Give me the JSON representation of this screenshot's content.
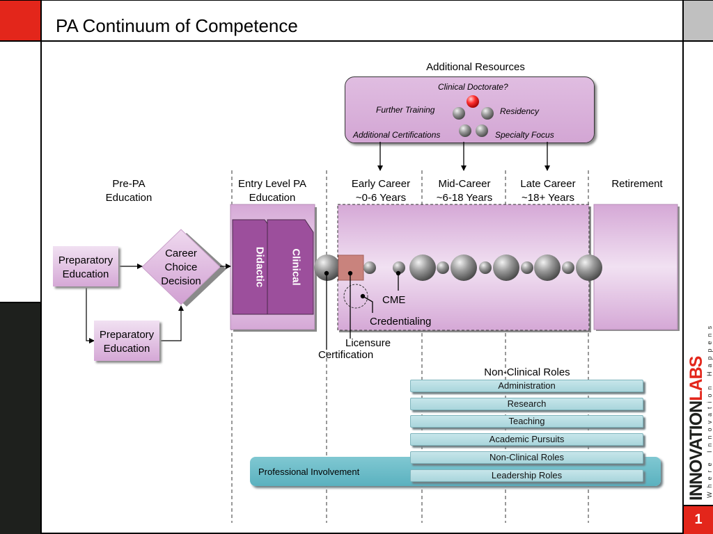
{
  "slide": {
    "title": "PA Continuum of Competence",
    "page_number": "1",
    "logo": {
      "brand_dark": "INNOVATION",
      "brand_accent": "LABS",
      "tagline": "Where Innovation Happens"
    }
  },
  "resources": {
    "heading": "Additional Resources",
    "clinical_doctorate": "Clinical Doctorate?",
    "further_training": "Further Training",
    "residency": "Residency",
    "additional_certifications": "Additional Certifications",
    "specialty_focus": "Specialty Focus"
  },
  "stages": {
    "pre_pa": "Pre-PA\nEducation",
    "entry_level": "Entry Level PA\nEducation",
    "early_career": "Early Career\n~0-6 Years",
    "mid_career": "Mid-Career\n~6-18 Years",
    "late_career": "Late Career\n~18+ Years",
    "retirement": "Retirement"
  },
  "flow": {
    "preparatory_education_1": "Preparatory\nEducation",
    "preparatory_education_2": "Preparatory\nEducation",
    "career_choice": "Career\nChoice\nDecision",
    "didactic": "Didactic",
    "clinical": "Clinical"
  },
  "milestones": {
    "cme": "CME",
    "credentialing": "Credentialing",
    "licensure": "Licensure",
    "certification": "Certification"
  },
  "non_clinical": {
    "heading": "Non-Clinical Roles",
    "roles": [
      "Administration",
      "Research",
      "Teaching",
      "Academic Pursuits",
      "Non-Clinical Roles",
      "Leadership Roles"
    ],
    "professional_involvement": "Professional Involvement"
  },
  "colors": {
    "accent_red": "#e3261b",
    "dark_panel": "#1e201d",
    "gray_panel": "#c0c0c0",
    "pink": "#d3a6d4",
    "purple": "#9c4f9c",
    "teal": "#6cbcc8",
    "light_teal": "#b9e0e4"
  }
}
